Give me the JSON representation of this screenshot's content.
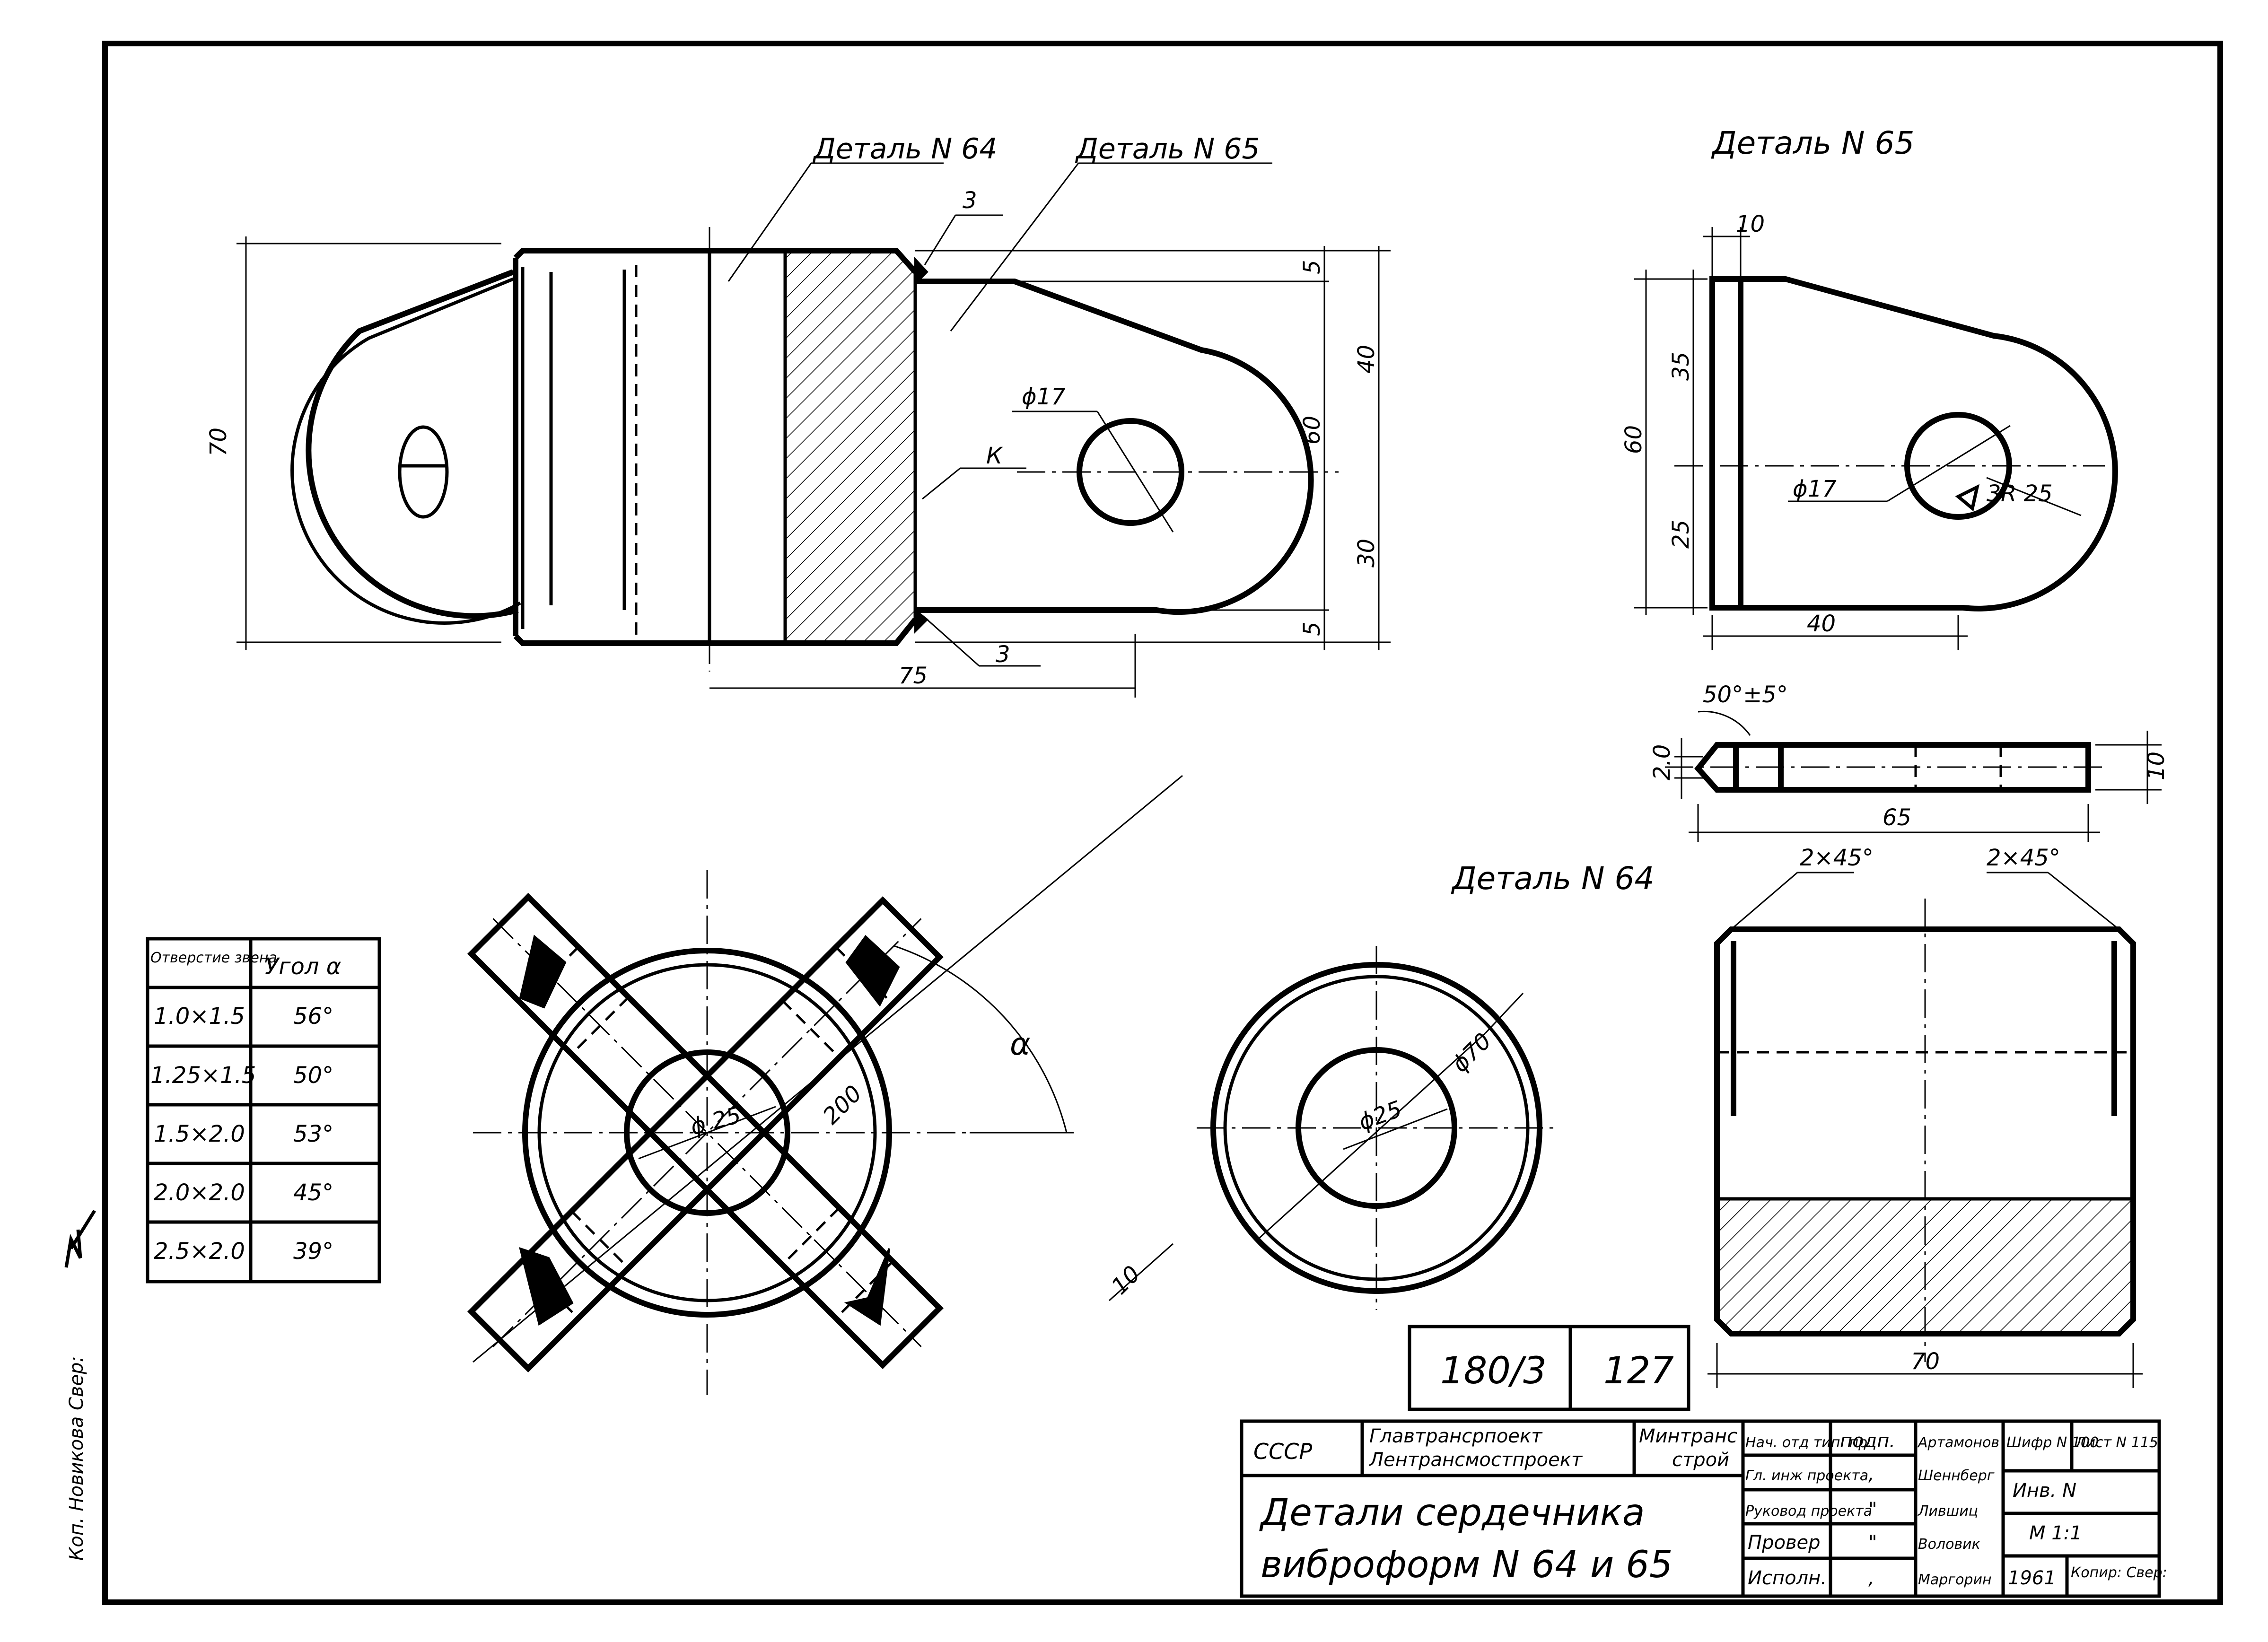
{
  "labels": {
    "detail_64_top": "Деталь N 64",
    "detail_65_top": "Деталь N 65",
    "detail_65_heading": "Деталь N 65",
    "detail_64_heading": "Деталь N 64",
    "k": "К"
  },
  "dims_top": {
    "weld_top": "3",
    "weld_bottom": "3",
    "overall_height": "70",
    "upper": "5",
    "lower": "5",
    "h40": "40",
    "h60": "60",
    "h30": "30",
    "hole": "ϕ17",
    "length": "75"
  },
  "dims_d65": {
    "w10": "10",
    "h60": "60",
    "h35": "35",
    "h25": "25",
    "hole": "ϕ17",
    "weld": "3",
    "radius": "R 25",
    "w40": "40",
    "bevel": "50°±5°",
    "t20": "2.0",
    "t10": "10",
    "l65": "65"
  },
  "dims_d64": {
    "chamfer_left": "2×45°",
    "chamfer_right": "2×45°",
    "width70": "70",
    "outer": "ϕ70",
    "inner": "ϕ25"
  },
  "dims_main": {
    "inner": "ϕ 25",
    "diag": "200",
    "alpha": "α",
    "end": "10"
  },
  "angle_table": {
    "headers": [
      "Отверстие звена",
      "Угол α"
    ],
    "rows": [
      [
        "1.0×1.5",
        "56°"
      ],
      [
        "1.25×1.5",
        "50°"
      ],
      [
        "1.5×2.0",
        "53°"
      ],
      [
        "2.0×2.0",
        "45°"
      ],
      [
        "2.5×2.0",
        "39°"
      ]
    ]
  },
  "sheet_box": {
    "left": "180/3",
    "right": "127"
  },
  "title_block": {
    "country": "СССР",
    "org1": "Главтрансрпоект",
    "org2": "Лентрансмостпроект",
    "ministry1": "Минтранс",
    "ministry2": "строй",
    "title1": "Детали сердечника",
    "title2": "виброформ N 64 и 65",
    "roles": [
      "Нач. отд тип. пр.",
      "Гл. инж проекта",
      "Руковод проекта",
      "Провер",
      "Исполн."
    ],
    "signs": [
      "подп.",
      ",",
      "\"",
      "\"",
      ","
    ],
    "names": [
      "Артамонов",
      "Шеннберг",
      "Лившиц",
      "Воловик",
      "Маргорин"
    ],
    "cipher": "Шифр N 100",
    "sheet": "Лист N 115",
    "inv": "Инв. N",
    "scale": "М 1:1",
    "year": "1961",
    "copy": "Копир: Свер:"
  },
  "margin_note": "Коп. Новикова Свер:"
}
